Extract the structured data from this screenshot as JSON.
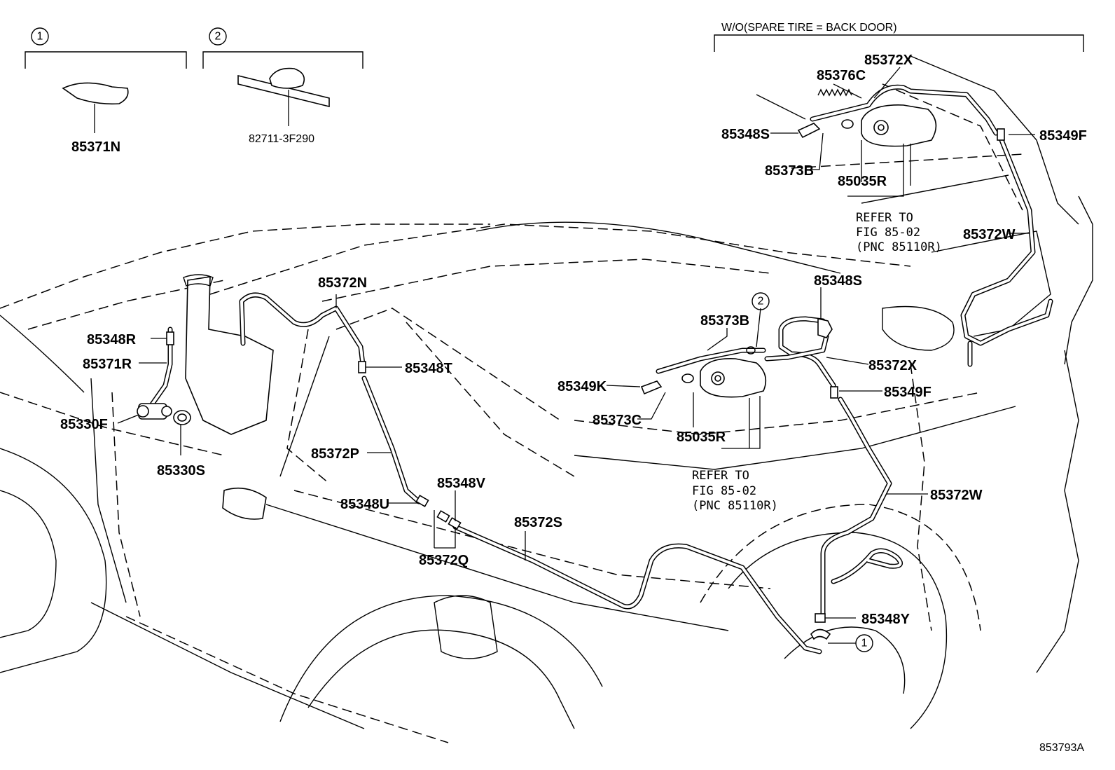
{
  "figure": {
    "variant_note": "W/O(SPARE TIRE = BACK DOOR)",
    "figure_code": "853793A"
  },
  "insets": [
    {
      "callout": "1",
      "part": "85371N"
    },
    {
      "callout": "2",
      "part": "82711-3F290"
    }
  ],
  "parts": {
    "p85372X_top": "85372X",
    "p85376C": "85376C",
    "p85348S_top": "85348S",
    "p85349F_top": "85349F",
    "p85373B_top": "85373B",
    "p85035R_top": "85035R",
    "p85372W_top": "85372W",
    "p85348S_mid": "85348S",
    "p85373B_mid": "85373B",
    "p85372X_mid": "85372X",
    "p85349K": "85349K",
    "p85349F_mid": "85349F",
    "p85373C": "85373C",
    "p85035R_mid": "85035R",
    "p85372W_mid": "85372W",
    "p85372N": "85372N",
    "p85348R": "85348R",
    "p85371R": "85371R",
    "p85348T": "85348T",
    "p85330F": "85330F",
    "p85330S": "85330S",
    "p85372P": "85372P",
    "p85348V": "85348V",
    "p85348U": "85348U",
    "p85372S": "85372S",
    "p85372Q": "85372Q",
    "p85348Y": "85348Y"
  },
  "refer_notes": {
    "top": [
      "REFER TO",
      "FIG 85-02",
      "(PNC 85110R)"
    ],
    "mid": [
      "REFER TO",
      "FIG 85-02",
      "(PNC 85110R)"
    ]
  },
  "callouts": {
    "mid_clamp": "2",
    "bottom_clip": "1"
  }
}
